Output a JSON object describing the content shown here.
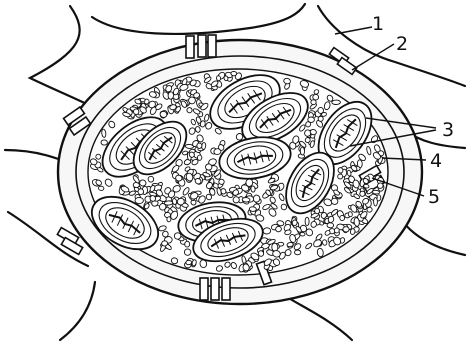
{
  "labels": {
    "l1": "1",
    "l2": "2",
    "l3": "3",
    "l4": "4",
    "l5": "5"
  },
  "colors": {
    "ink": "#111111",
    "background": "#ffffff",
    "stroma": "#f7f7f7"
  }
}
